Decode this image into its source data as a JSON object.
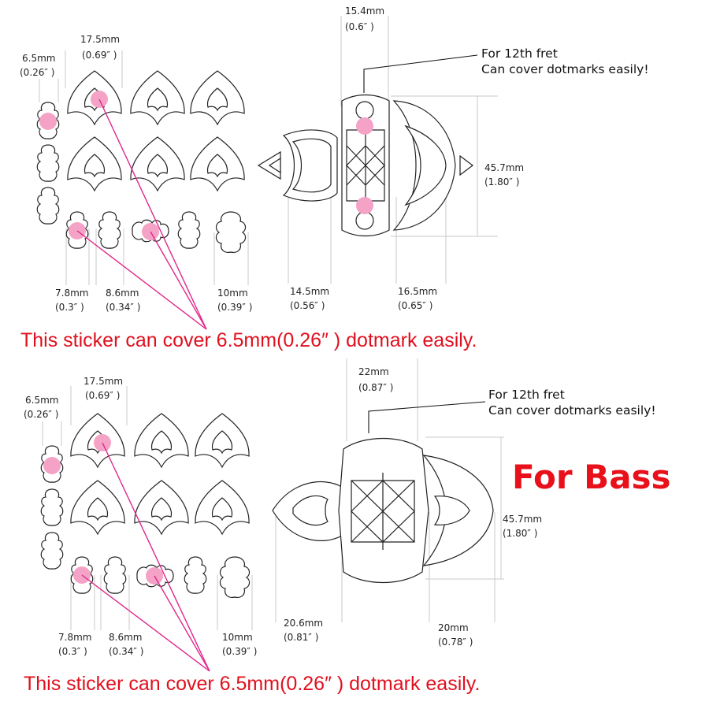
{
  "colors": {
    "dot": "#f4a3c6",
    "pointer": "#e0288c",
    "caption": "#e0101e",
    "outline": "#222222"
  },
  "guitar": {
    "dims": {
      "dot_w": [
        "6.5mm",
        "(0.26″ )"
      ],
      "tri_w": [
        "17.5mm",
        "(0.69″ )"
      ],
      "cloud_s": [
        "7.8mm",
        "(0.3″ )"
      ],
      "cloud_m": [
        "8.6mm",
        "(0.34″ )"
      ],
      "cloud_l": [
        "10mm",
        "(0.39″ )"
      ],
      "inlay_w": [
        "15.4mm",
        "(0.6″ )"
      ],
      "inlay_h": [
        "45.7mm",
        "(1.80″ )"
      ],
      "left_w": [
        "14.5mm",
        "(0.56″ )"
      ],
      "right_w": [
        "16.5mm",
        "(0.65″ )"
      ]
    },
    "note": [
      "For 12th fret",
      "Can cover dotmarks easily!"
    ],
    "caption": "This sticker can cover 6.5mm(0.26″ ) dotmark easily."
  },
  "bass": {
    "dims": {
      "dot_w": [
        "6.5mm",
        "(0.26″ )"
      ],
      "tri_w": [
        "17.5mm",
        "(0.69″ )"
      ],
      "cloud_s": [
        "7.8mm",
        "(0.3″ )"
      ],
      "cloud_m": [
        "8.6mm",
        "(0.34″ )"
      ],
      "cloud_l": [
        "10mm",
        "(0.39″ )"
      ],
      "inlay_w": [
        "22mm",
        "(0.87″ )"
      ],
      "inlay_h": [
        "45.7mm",
        "(1.80″ )"
      ],
      "left_w": [
        "20.6mm",
        "(0.81″ )"
      ],
      "right_w": [
        "20mm",
        "(0.78″ )"
      ]
    },
    "note": [
      "For 12th fret",
      "Can cover dotmarks easily!"
    ],
    "label": "For Bass",
    "caption": "This sticker can cover 6.5mm(0.26″ ) dotmark easily."
  }
}
